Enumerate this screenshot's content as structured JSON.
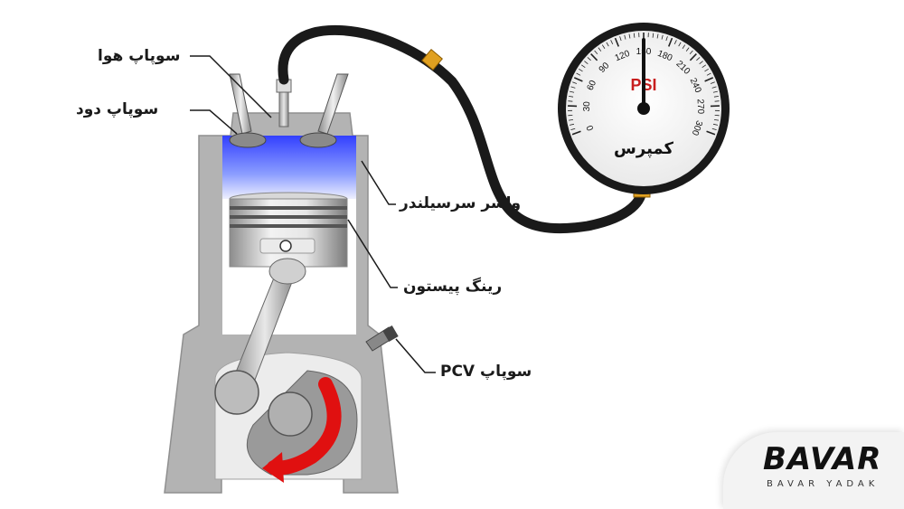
{
  "labels": {
    "intake_valve": "سوپاپ هوا",
    "exhaust_valve": "سوپاپ دود",
    "head_gasket": "واشر سرسیلندر",
    "piston_ring": "رینگ پیستون",
    "pcv_valve": "سوپاپ PCV"
  },
  "gauge": {
    "unit": "PSI",
    "caption": "کمپرس",
    "ticks": [
      "0",
      "30",
      "60",
      "90",
      "120",
      "150",
      "180",
      "210",
      "240",
      "270",
      "300"
    ],
    "needle_value": 150,
    "max_value": 300
  },
  "logo": {
    "brand": "BAVAR",
    "subtitle": "BAVAR YADAK"
  },
  "colors": {
    "engine_block": "#b3b3b3",
    "combustion_chamber": "#4a5cff",
    "rotation_arrow": "#e01010",
    "hose": "#1a1a1a",
    "fitting": "#e0a020"
  }
}
